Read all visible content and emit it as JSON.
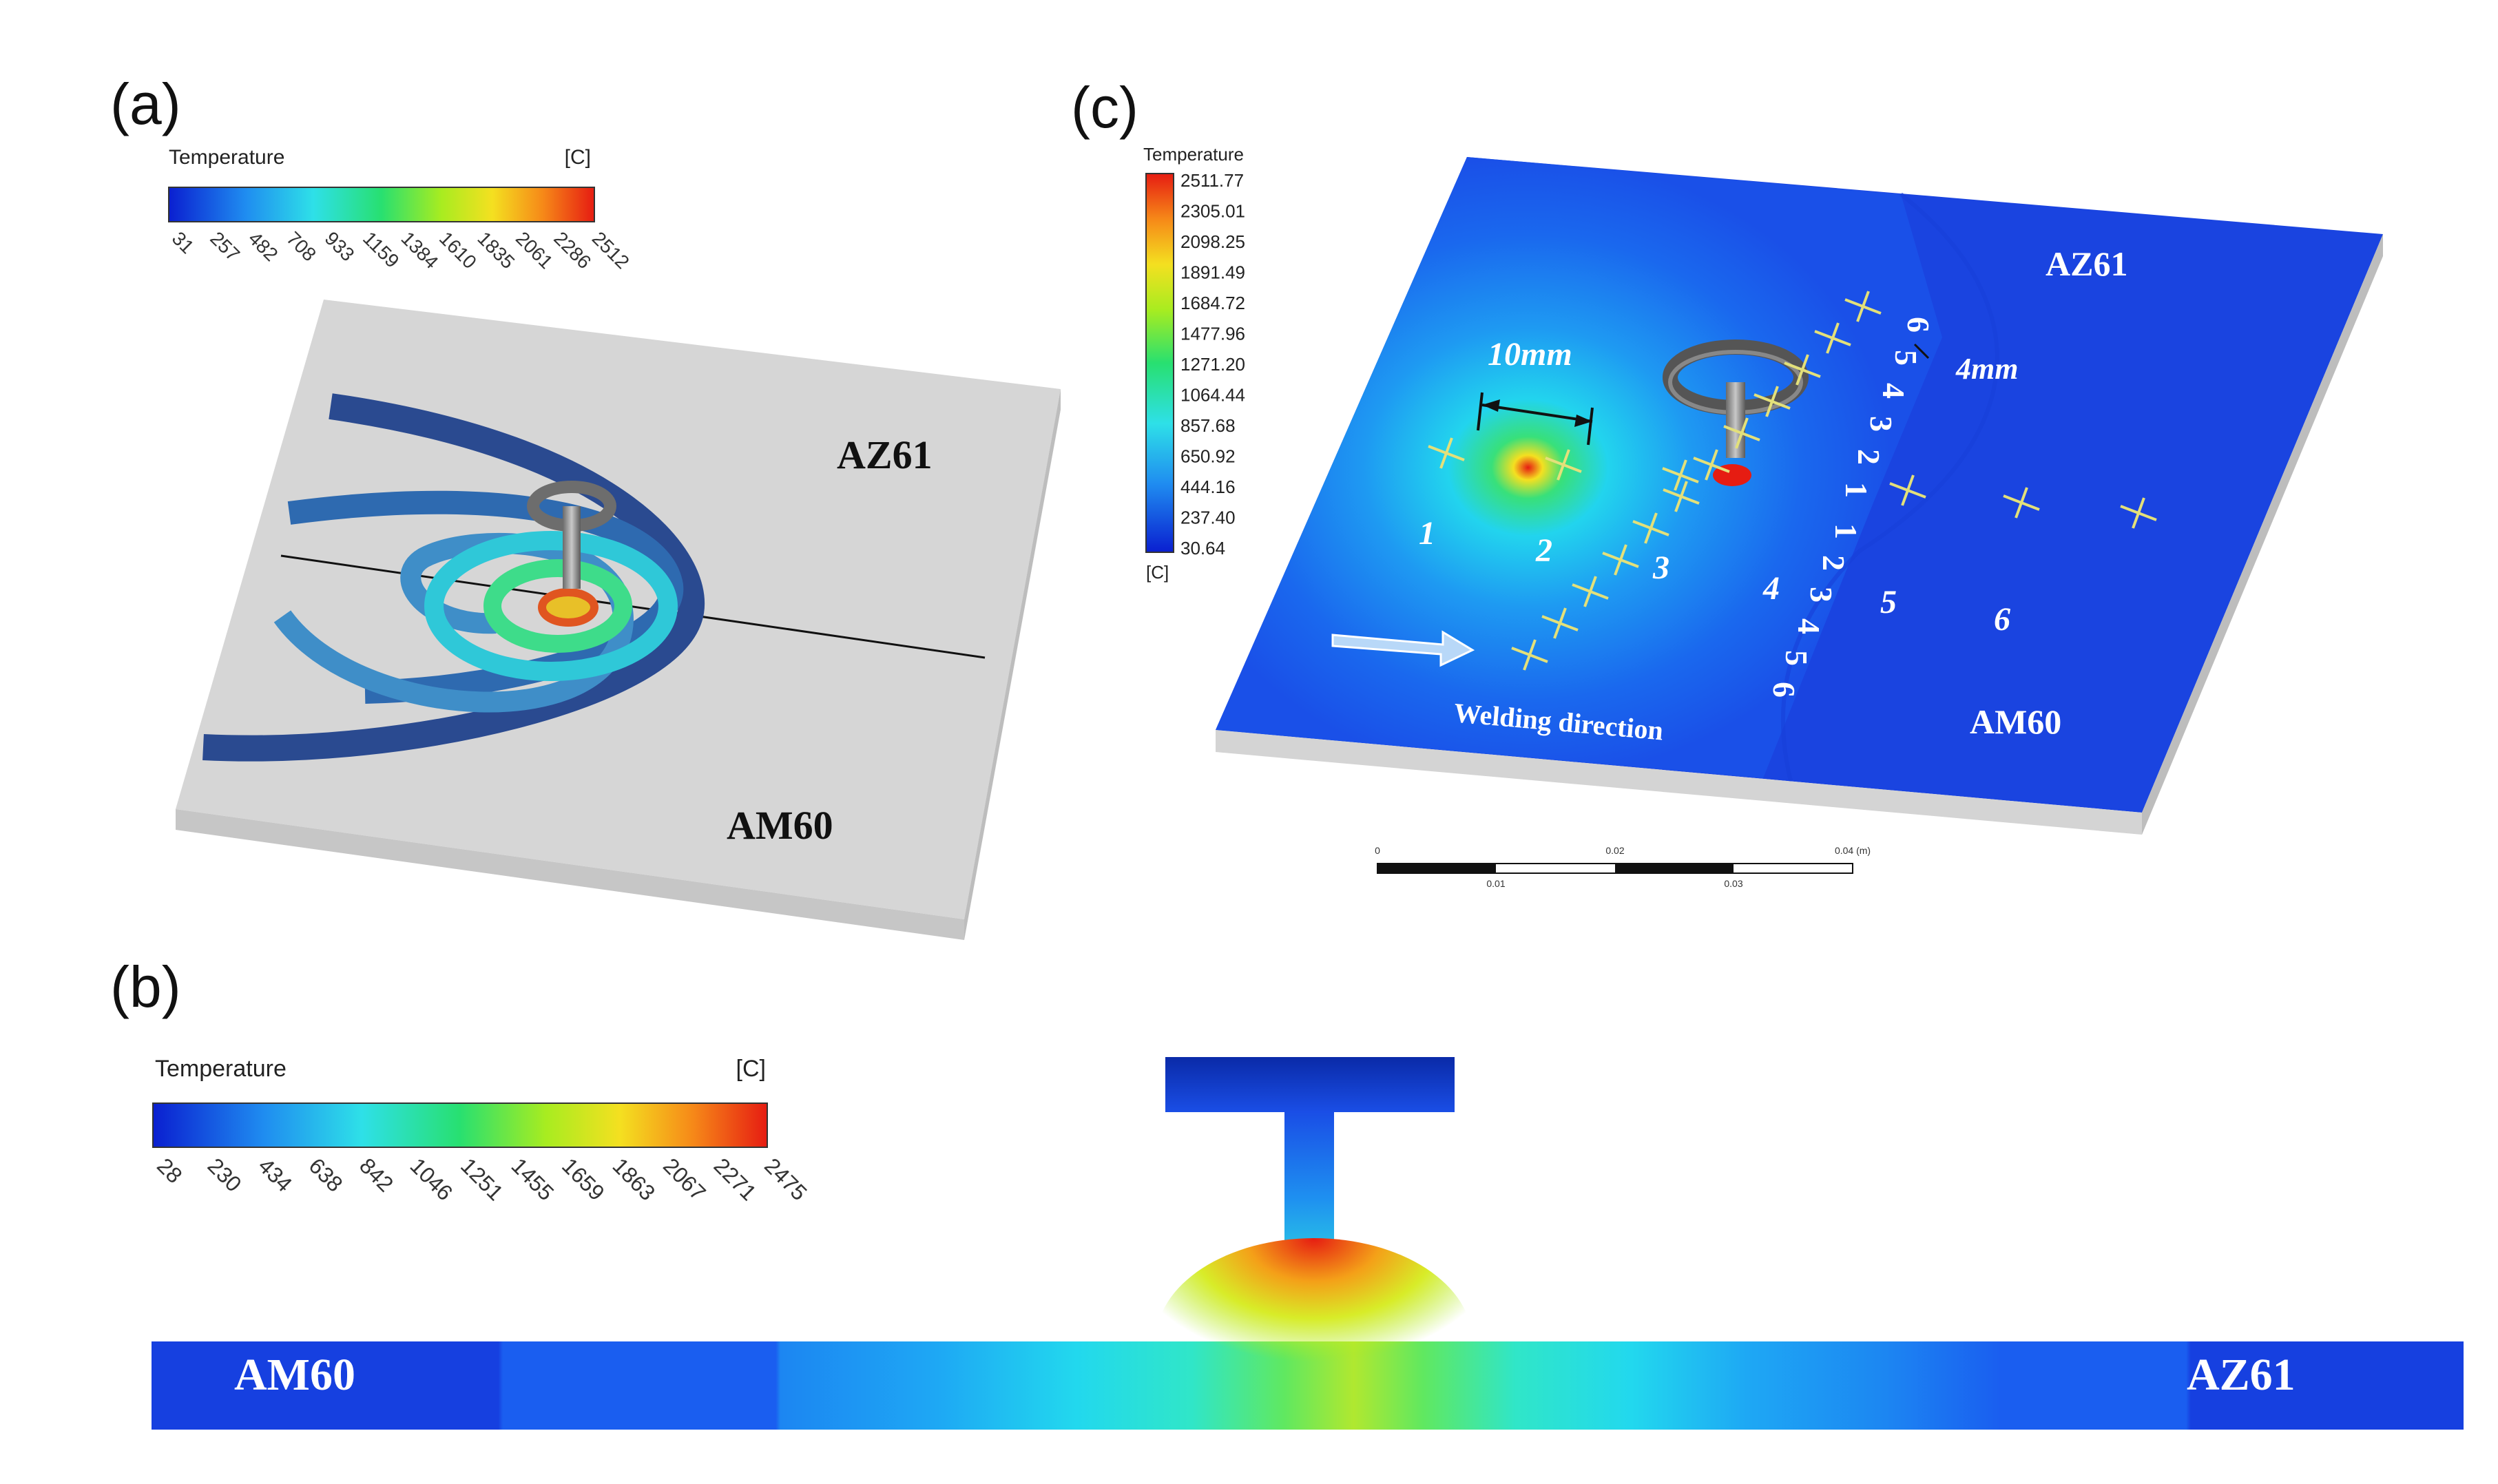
{
  "panels": {
    "a": {
      "label": "(a)",
      "colorbar": {
        "title": "Temperature",
        "unit": "[C]",
        "ticks": [
          "31",
          "257",
          "482",
          "708",
          "933",
          "1159",
          "1384",
          "1610",
          "1835",
          "2061",
          "2286",
          "2512"
        ]
      },
      "materials": {
        "top": "AZ61",
        "bottom": "AM60"
      }
    },
    "b": {
      "label": "(b)",
      "colorbar": {
        "title": "Temperature",
        "unit": "[C]",
        "ticks": [
          "28",
          "230",
          "434",
          "638",
          "842",
          "1046",
          "1251",
          "1455",
          "1659",
          "1863",
          "2067",
          "2271",
          "2475"
        ]
      },
      "materials": {
        "left": "AM60",
        "right": "AZ61"
      }
    },
    "c": {
      "label": "(c)",
      "colorbar": {
        "title": "Temperature",
        "unit": "[C]",
        "ticks": [
          "2511.77",
          "2305.01",
          "2098.25",
          "1891.49",
          "1684.72",
          "1477.96",
          "1271.20",
          "1064.44",
          "857.68",
          "650.92",
          "444.16",
          "237.40",
          "30.64"
        ]
      },
      "materials": {
        "top": "AZ61",
        "bottom": "AM60"
      },
      "dimensions": {
        "spacing_longitudinal": "10mm",
        "spacing_transverse": "4mm"
      },
      "point_labels_longitudinal": [
        "1",
        "2",
        "3",
        "4",
        "5",
        "6"
      ],
      "point_labels_transverse_upper": [
        "6",
        "5",
        "4",
        "3",
        "2",
        "1"
      ],
      "point_labels_transverse_lower": [
        "1",
        "2",
        "3",
        "4",
        "5",
        "6"
      ],
      "direction_label": "Welding direction",
      "scalebar": {
        "ticks_top": [
          "0",
          "0.02",
          "0.04 (m)"
        ],
        "ticks_bottom": [
          "0.01",
          "0.03"
        ]
      }
    }
  },
  "colors": {
    "cold": "#1a3fe0",
    "warm": "#22d0d8",
    "hot": "#e8201a",
    "plate": "#d6d6d6",
    "marker": "#e3e07a"
  }
}
